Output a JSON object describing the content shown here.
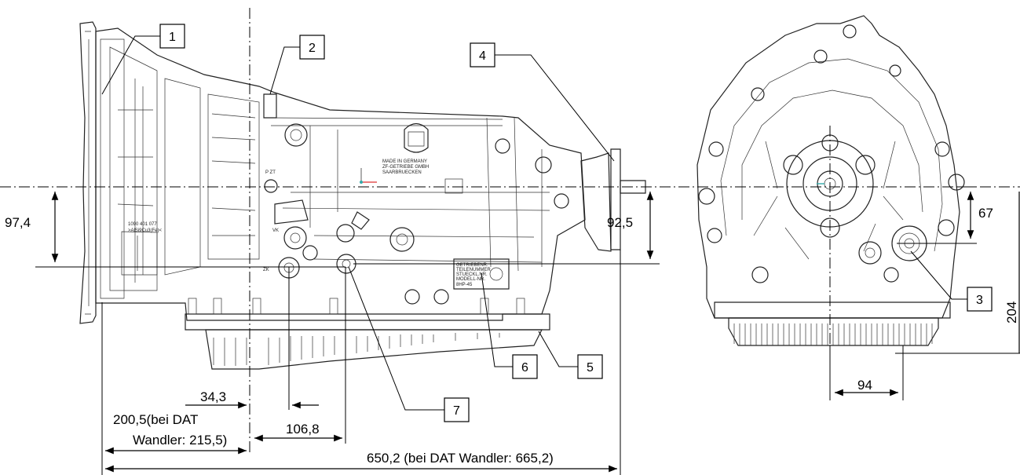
{
  "dimensions": {
    "left_height": "97,4",
    "right_height": "92,5",
    "converter_offset": "34,3",
    "bell_length_line1": "200,5(bei DAT",
    "bell_length_line2": "Wandler: 215,5)",
    "port_offset": "106,8",
    "overall_length": "650,2 (bei DAT Wandler: 665,2)",
    "end_height_top": "67",
    "end_height_bottom": "204",
    "end_width": "94"
  },
  "callouts": [
    "1",
    "2",
    "3",
    "4",
    "5",
    "6",
    "7"
  ],
  "housing_text": {
    "made_in_line1": "MADE IN GERMANY",
    "made_in_line2": "ZF-GETRIEBE GMBH",
    "made_in_line3": "SAARBRUECKEN",
    "part_no_line1": "1090 401 077",
    "part_no_line2": ">AlSi9Cu3(Fe)<",
    "port_pzt": "P ZT",
    "port_vk": "VK",
    "port_zk": "ZK",
    "plate_line1": "GETRIEBENR.",
    "plate_line2": "TEILENUMMER",
    "plate_line3": "STUECKL.NR.",
    "plate_line4": "MODELL-NR.",
    "plate_line5": "8HP-45"
  }
}
